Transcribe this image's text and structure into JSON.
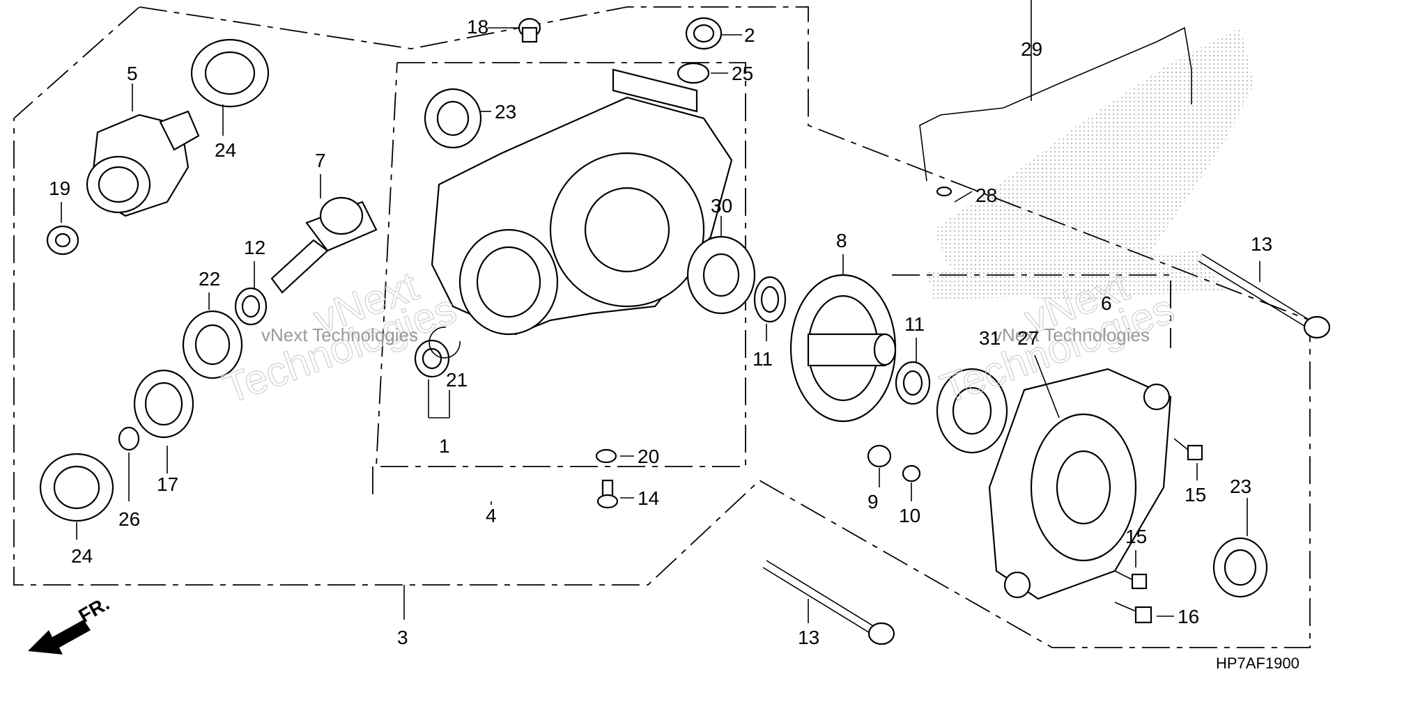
{
  "diagram_code": "HP7AF1900",
  "front_indicator": "FR.",
  "watermark": {
    "brand_line1": "vNext",
    "brand_line2": "Technologies",
    "caption": "vNext Technologies"
  },
  "callouts": {
    "c1": "1",
    "c2": "2",
    "c3": "3",
    "c4": "4",
    "c5": "5",
    "c6": "6",
    "c7": "7",
    "c8": "8",
    "c9": "9",
    "c10": "10",
    "c11a": "11",
    "c11b": "11",
    "c12": "12",
    "c13a": "13",
    "c13b": "13",
    "c14": "14",
    "c15a": "15",
    "c15b": "15",
    "c16": "16",
    "c17": "17",
    "c18": "18",
    "c19": "19",
    "c20": "20",
    "c21": "21",
    "c22": "22",
    "c23a": "23",
    "c23b": "23",
    "c24a": "24",
    "c24b": "24",
    "c25": "25",
    "c26": "26",
    "c27": "27",
    "c28": "28",
    "c29": "29",
    "c30": "30",
    "c31": "31"
  }
}
